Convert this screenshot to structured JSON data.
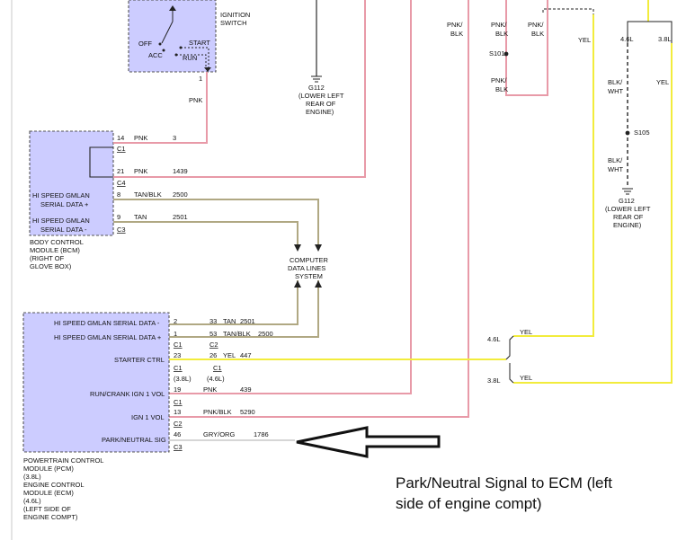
{
  "colors": {
    "pink": "#e89aa8",
    "yellow": "#f2ec3c",
    "tan": "#b0a883",
    "gray": "#c8c8c8",
    "module": "#ccccff",
    "black": "#222222",
    "wire_black": "#555555"
  },
  "ignition": {
    "title1": "IGNITION",
    "title2": "SWITCH",
    "off": "OFF",
    "acc": "ACC",
    "start": "START",
    "run": "RUN",
    "pin": "1",
    "wire": "PNK"
  },
  "g112_left": {
    "name": "G112",
    "l1": "(LOWER LEFT",
    "l2": "REAR OF",
    "l3": "ENGINE)"
  },
  "bcm": {
    "label1": "BODY CONTROL",
    "label2": "MODULE (BCM)",
    "label3": "(RIGHT OF",
    "label4": "GLOVE BOX)",
    "serial_plus_1": "HI SPEED GMLAN",
    "serial_plus_2": "SERIAL DATA +",
    "serial_minus_1": "HI SPEED GMLAN",
    "serial_minus_2": "SERIAL DATA -",
    "rows": [
      {
        "pin": "14",
        "color": "PNK",
        "circuit": "3",
        "conn": "C1"
      },
      {
        "pin": "21",
        "color": "PNK",
        "circuit": "1439",
        "conn": "C4"
      },
      {
        "pin": "8",
        "color": "TAN/BLK",
        "circuit": "2500",
        "conn": ""
      },
      {
        "pin": "9",
        "color": "TAN",
        "circuit": "2501",
        "conn": "C3"
      }
    ]
  },
  "cdl": {
    "l1": "COMPUTER",
    "l2": "DATA LINES",
    "l3": "SYSTEM"
  },
  "pcm": {
    "label1": "POWERTRAIN CONTROL",
    "label2": "MODULE (PCM)",
    "label3": "(3.8L)",
    "label4": "ENGINE CONTROL",
    "label5": "MODULE (ECM)",
    "label6": "(4.6L)",
    "label7": "(LEFT SIDE OF",
    "label8": "ENGINE COMPT)",
    "sig_minus": "HI SPEED GMLAN SERIAL DATA -",
    "sig_plus": "HI SPEED GMLAN SERIAL DATA +",
    "starter": "STARTER CTRL",
    "run_crank": "RUN/CRANK IGN 1 VOL",
    "ign1": "IGN 1 VOL",
    "park_neutral": "PARK/NEUTRAL SIG",
    "pin_minus": "2",
    "c2_minus": "33",
    "col_minus": "TAN",
    "ckt_minus": "2501",
    "pin_plus": "1",
    "c2_plus": "53",
    "col_plus": "TAN/BLK",
    "ckt_plus": "2500",
    "conn_c1": "C1",
    "conn_c2": "C2",
    "pin_starter": "23",
    "c2_starter": "26",
    "col_starter": "YEL",
    "ckt_starter": "447",
    "conn_c1b": "C1",
    "conn_c1c": "C1",
    "eng38": "(3.8L)",
    "eng46": "(4.6L)",
    "pin_run": "19",
    "col_run": "PNK",
    "ckt_run": "439",
    "conn_c1d": "C1",
    "pin_ign": "13",
    "col_ign": "PNK/BLK",
    "ckt_ign": "5290",
    "conn_c2b": "C2",
    "pin_pn": "46",
    "col_pn": "GRY/ORG",
    "ckt_pn": "1786",
    "conn_c3": "C3"
  },
  "top_wires": {
    "pnkblk_a1": "PNK/",
    "pnkblk_a2": "BLK",
    "pnkblk_b1": "PNK/",
    "pnkblk_b2": "BLK",
    "pnkblk_c1": "PNK/",
    "pnkblk_c2": "BLK",
    "s101": "S101",
    "pnkblk_d1": "PNK/",
    "pnkblk_d2": "BLK",
    "yel_top": "YEL"
  },
  "right": {
    "e46": "4.6L",
    "e38": "3.8L",
    "blkwht_a1": "BLK/",
    "blkwht_a2": "WHT",
    "yel": "YEL",
    "s105": "S105",
    "blkwht_b1": "BLK/",
    "blkwht_b2": "WHT",
    "g112": "G112",
    "g112_l1": "(LOWER LEFT",
    "g112_l2": "REAR OF",
    "g112_l3": "ENGINE)"
  },
  "split": {
    "e46": "4.6L",
    "yel46": "YEL",
    "e38": "3.8L",
    "yel38": "YEL"
  },
  "annotation": {
    "line1": "Park/Neutral Signal to ECM  (left",
    "line2": "side of engine compt)"
  }
}
